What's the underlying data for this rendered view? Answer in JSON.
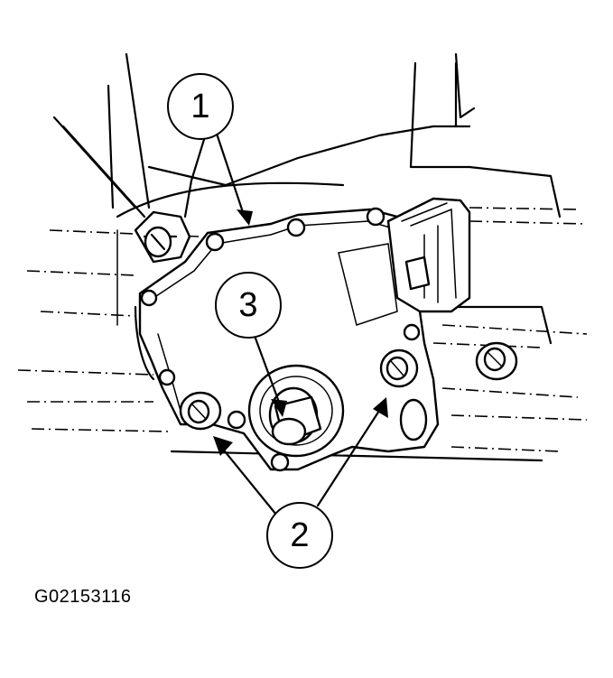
{
  "figure": {
    "id": "G02153116",
    "callouts": [
      {
        "number": "1",
        "target": "sensor-gasket-edge"
      },
      {
        "number": "2",
        "target": "mounting-bolts"
      },
      {
        "number": "3",
        "target": "manual-shaft"
      }
    ]
  }
}
